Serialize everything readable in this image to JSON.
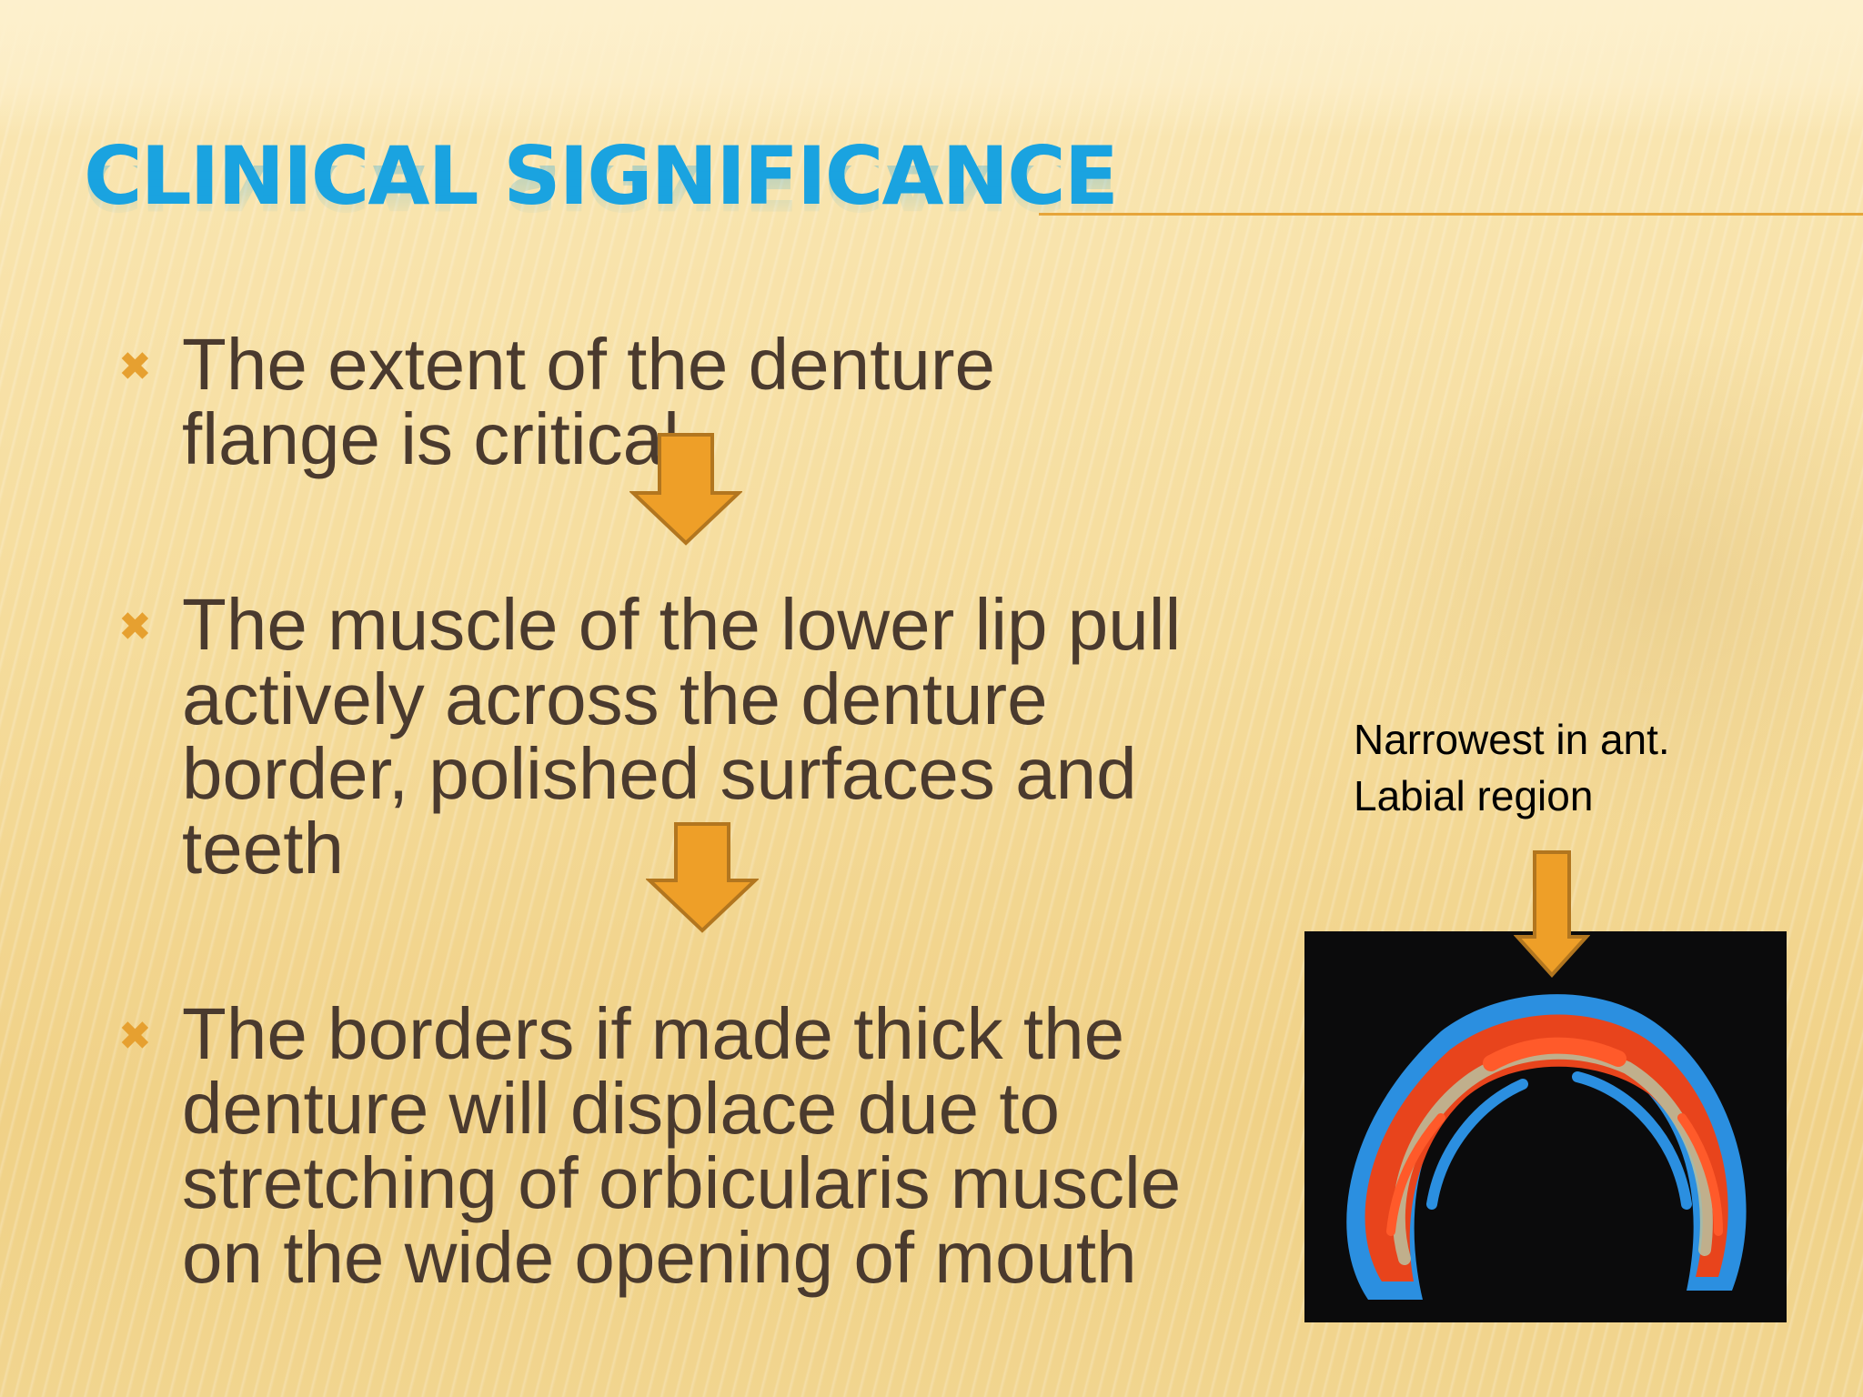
{
  "slide": {
    "title": "Clinical Significance",
    "bullets": [
      {
        "marker": "✖",
        "text": "The extent of the denture flange is critical"
      },
      {
        "marker": "✖",
        "text": "The muscle of the lower lip pull actively across the denture border, polished surfaces and teeth"
      },
      {
        "marker": "✖",
        "text": "The borders if made thick the denture  will displace due to stretching of orbicularis muscle on the wide opening of mouth"
      }
    ],
    "caption": {
      "line1": "Narrowest in ant.",
      "line2": "Labial region"
    }
  },
  "colors": {
    "title": "#1aa3e0",
    "accent": "#e6a030",
    "body_text": "#4a3a2e",
    "arrow_fill": "#ee9f28",
    "arrow_stroke": "#b2761f"
  },
  "icons": {
    "bullet": "cross-bullet-icon",
    "arrow": "down-arrow-icon"
  }
}
